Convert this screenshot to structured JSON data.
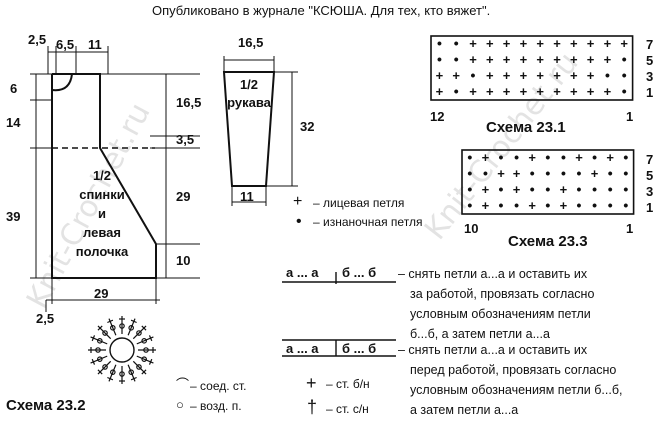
{
  "header": {
    "text": "Опубликовано в журнале \"КСЮША. Для тех, кто вяжет\"."
  },
  "watermarks": [
    "Knit-Crochet.ru",
    "Knit-Crochet.ru"
  ],
  "body_pattern": {
    "label": [
      "1/2",
      "спинки",
      "и",
      "левая",
      "полочка"
    ],
    "dims": {
      "top_left_offset": "2,5",
      "neck_width": "6,5",
      "shoulder_width": "11",
      "neck_depth": "6",
      "armhole_depth": "14",
      "total_height": "39",
      "right_top": "16,5",
      "right_gap": "3,5",
      "right_mid": "29",
      "right_bottom": "10",
      "bottom_width": "29",
      "bottom_offset": "2,5"
    }
  },
  "sleeve_pattern": {
    "label": [
      "1/2",
      "рукава"
    ],
    "dims": {
      "top_width": "16,5",
      "height": "32",
      "bottom_width": "11"
    }
  },
  "legend": [
    {
      "symbol": "+",
      "text": "– лицевая петля"
    },
    {
      "symbol": "•",
      "text": "– изнаночная петля"
    }
  ],
  "chart_23_1": {
    "title": "Схема 23.1",
    "left_number": "12",
    "right_number": "1",
    "row_numbers": [
      "7",
      "5",
      "3",
      "1"
    ],
    "rows": [
      "• • + + + + + + + + + +",
      "• • + + + + + + + + + •",
      "+ + • + + + + + + + • •",
      "+ • + + + + + + + + + •"
    ]
  },
  "chart_23_3": {
    "title": "Схема 23.3",
    "left_number": "10",
    "right_number": "1",
    "row_numbers": [
      "7",
      "5",
      "3",
      "1"
    ],
    "rows": [
      "• + • • + • • + • + •",
      "• • + + • • • • + • •",
      "• + • + • • + • • • •",
      "• + • • + • + • • • •"
    ]
  },
  "chart_23_2": {
    "title": "Схема 23.2",
    "legend": [
      {
        "symbol": "⌒",
        "text": "– соед. ст."
      },
      {
        "symbol": "○",
        "text": "– возд. п."
      },
      {
        "symbol": "+",
        "text": "– ст. б/н"
      },
      {
        "symbol": "†",
        "text": "– ст. с/н"
      }
    ]
  },
  "cable_notes": [
    {
      "box_left": "а ... а",
      "box_right": "б ... б",
      "lines": [
        "– снять петли а...а и оставить их",
        "за работой, провязать согласно",
        "условным обозначениям петли",
        "б...б, а затем петли а...а"
      ]
    },
    {
      "box_left": "а ... а",
      "box_right": "б ... б",
      "lines": [
        "– снять петли а...а и оставить их",
        "перед работой, провязать согласно",
        "условным обозначениям петли б...б,",
        "а затем петли а...а"
      ]
    }
  ]
}
